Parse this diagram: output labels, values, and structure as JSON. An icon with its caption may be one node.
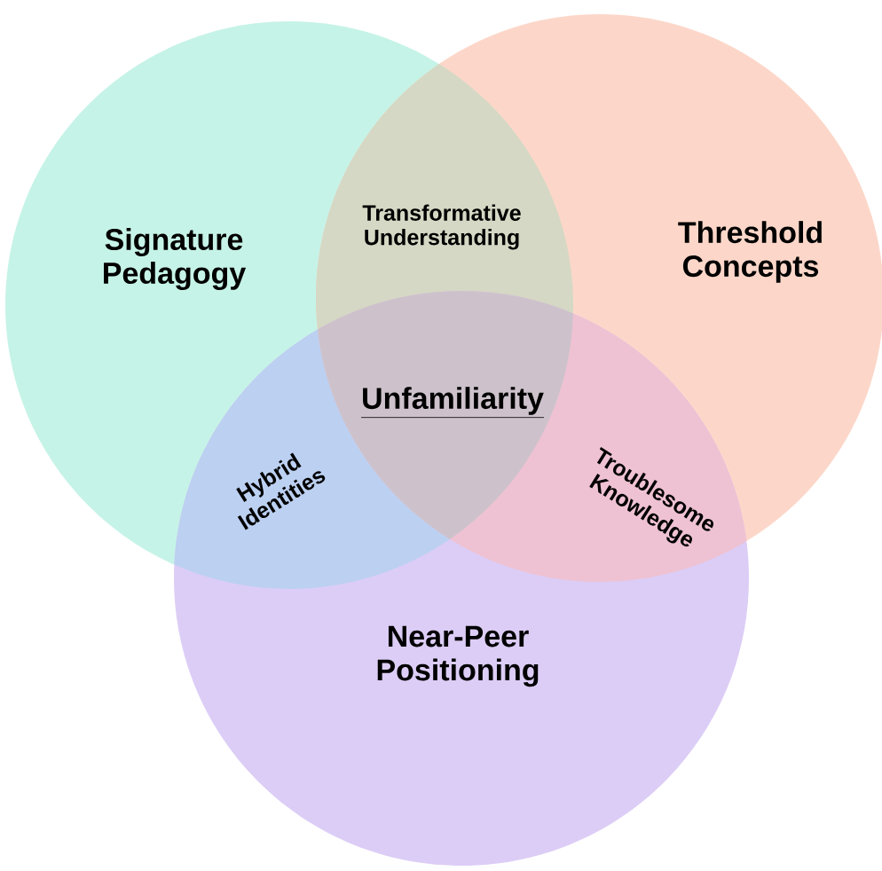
{
  "diagram": {
    "nodes": [
      {
        "text": [
          "Signature Pedagogy"
        ]
      },
      {
        "text": [
          "Threshold Concepts"
        ]
      },
      {
        "text": [
          "Near-Peer Positioning"
        ]
      }
    ],
    "labels": [
      "Transformative Understanding",
      "Unfamiliarity",
      "Hybrid Identities",
      "Troublesome Knowledge"
    ]
  }
}
